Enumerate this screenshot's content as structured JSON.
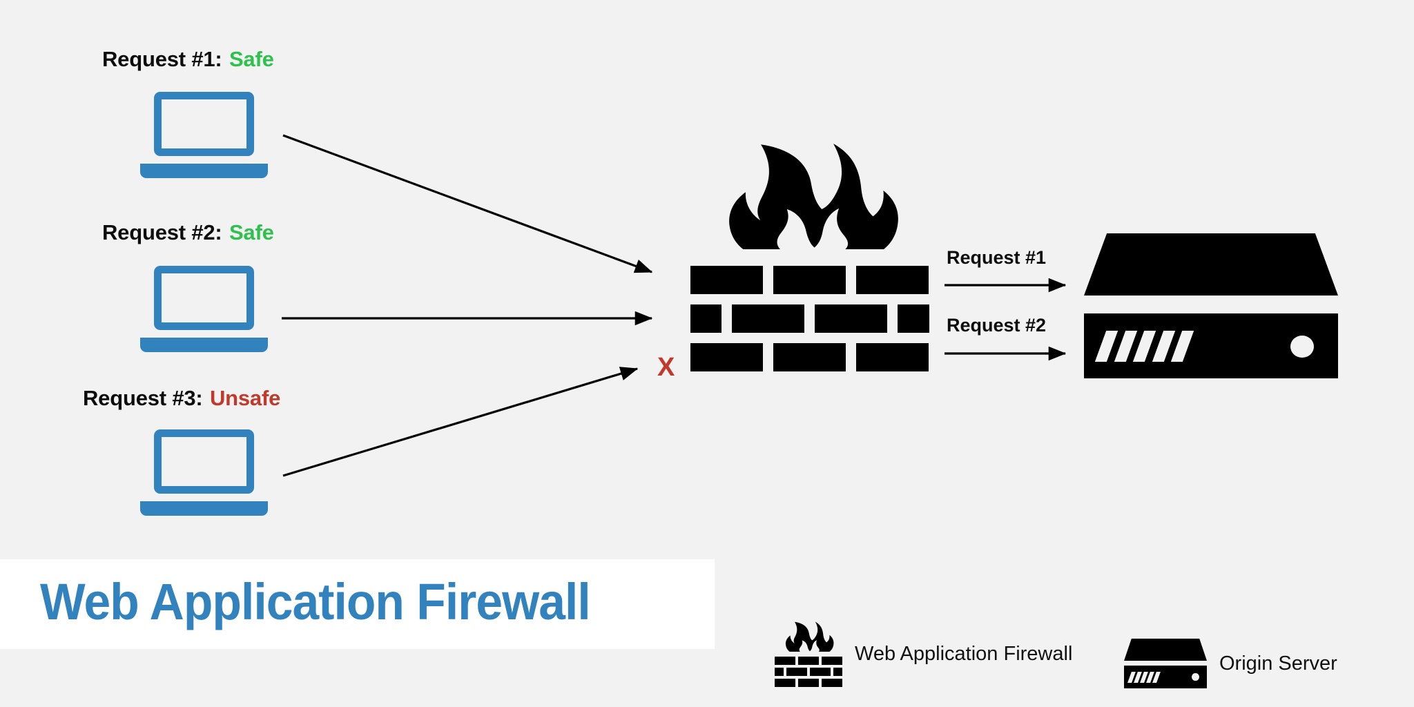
{
  "diagram": {
    "title": "Web Application Firewall",
    "background_color": "#f2f2f2",
    "accent_blue": "#3182bd",
    "safe_color": "#2ec14e",
    "unsafe_color": "#c0392b",
    "icon_black": "#000000"
  },
  "clients": [
    {
      "label_prefix": "Request #1:",
      "verdict": "Safe",
      "verdict_state": "safe",
      "icon": "laptop-icon"
    },
    {
      "label_prefix": "Request #2:",
      "verdict": "Safe",
      "verdict_state": "safe",
      "icon": "laptop-icon"
    },
    {
      "label_prefix": "Request #3:",
      "verdict": "Unsafe",
      "verdict_state": "unsafe",
      "icon": "laptop-icon"
    }
  ],
  "firewall": {
    "icon": "firewall-icon",
    "blocked_marker": "X"
  },
  "forwarded": [
    {
      "label": "Request #1"
    },
    {
      "label": "Request #2"
    }
  ],
  "server": {
    "icon": "server-icon"
  },
  "legend": [
    {
      "label": "Web Application Firewall",
      "icon": "firewall-icon"
    },
    {
      "label": "Origin Server",
      "icon": "server-icon"
    }
  ]
}
